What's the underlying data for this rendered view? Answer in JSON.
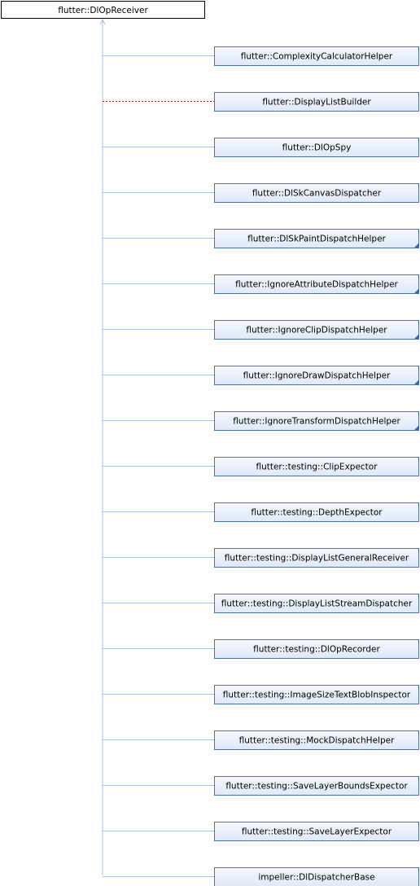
{
  "diagram": {
    "base_class": "flutter::DlOpReceiver",
    "derived_classes": [
      {
        "name": "flutter::ComplexityCalculatorHelper",
        "relation": "public",
        "has_children": false
      },
      {
        "name": "flutter::DisplayListBuilder",
        "relation": "private",
        "has_children": false
      },
      {
        "name": "flutter::DlOpSpy",
        "relation": "public",
        "has_children": false
      },
      {
        "name": "flutter::DlSkCanvasDispatcher",
        "relation": "public",
        "has_children": false
      },
      {
        "name": "flutter::DlSkPaintDispatchHelper",
        "relation": "public",
        "has_children": true
      },
      {
        "name": "flutter::IgnoreAttributeDispatchHelper",
        "relation": "public",
        "has_children": true
      },
      {
        "name": "flutter::IgnoreClipDispatchHelper",
        "relation": "public",
        "has_children": true
      },
      {
        "name": "flutter::IgnoreDrawDispatchHelper",
        "relation": "public",
        "has_children": true
      },
      {
        "name": "flutter::IgnoreTransformDispatchHelper",
        "relation": "public",
        "has_children": true
      },
      {
        "name": "flutter::testing::ClipExpector",
        "relation": "public",
        "has_children": false
      },
      {
        "name": "flutter::testing::DepthExpector",
        "relation": "public",
        "has_children": false
      },
      {
        "name": "flutter::testing::DisplayListGeneralReceiver",
        "relation": "public",
        "has_children": false
      },
      {
        "name": "flutter::testing::DisplayListStreamDispatcher",
        "relation": "public",
        "has_children": false
      },
      {
        "name": "flutter::testing::DlOpRecorder",
        "relation": "public",
        "has_children": false
      },
      {
        "name": "flutter::testing::ImageSizeTextBlobInspector",
        "relation": "public",
        "has_children": false
      },
      {
        "name": "flutter::testing::MockDispatchHelper",
        "relation": "public",
        "has_children": false
      },
      {
        "name": "flutter::testing::SaveLayerBoundsExpector",
        "relation": "public",
        "has_children": false
      },
      {
        "name": "flutter::testing::SaveLayerExpector",
        "relation": "public",
        "has_children": false
      },
      {
        "name": "impeller::DlDispatcherBase",
        "relation": "public",
        "has_children": false
      }
    ]
  },
  "colors": {
    "base_fill": "#ffffff",
    "base_stroke": "#000000",
    "derived_fill_top": "#f3f7fc",
    "derived_fill_bottom": "#dfe9f6",
    "derived_stroke": "#4a70b0",
    "public_edge": "#a5c0e0",
    "private_edge": "#a02020",
    "corner_marker": "#2a6bd6"
  }
}
